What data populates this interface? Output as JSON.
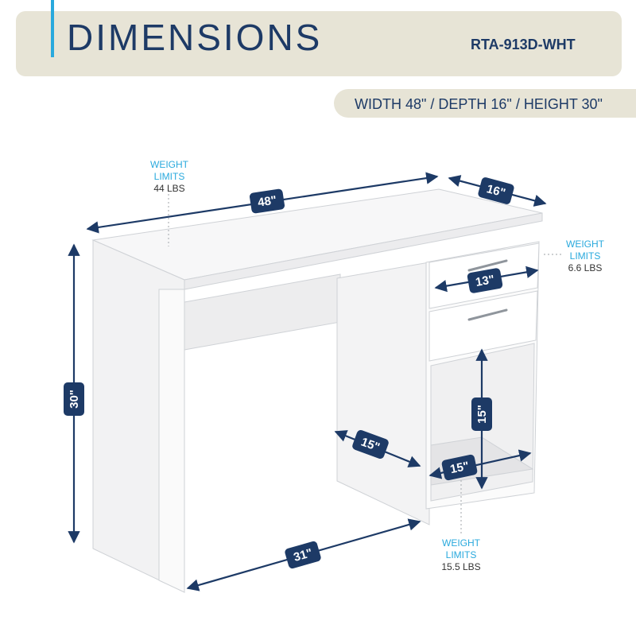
{
  "header": {
    "title": "DIMENSIONS",
    "sku": "RTA-913D-WHT",
    "specs": "WIDTH 48\" / DEPTH 16\" / HEIGHT 30\""
  },
  "dimensions": {
    "width": "48\"",
    "depth": "16\"",
    "height": "30\"",
    "leg_clearance": "31\"",
    "drawer_width": "13\"",
    "side_depth": "15\"",
    "shelf_width": "15\"",
    "shelf_height": "15\""
  },
  "weight_limits": {
    "top": {
      "label_1": "WEIGHT",
      "label_2": "LIMITS",
      "value": "44 LBS"
    },
    "drawer": {
      "label_1": "WEIGHT",
      "label_2": "LIMITS",
      "value": "6.6 LBS"
    },
    "shelf": {
      "label_1": "WEIGHT",
      "label_2": "LIMITS",
      "value": "15.5 LBS"
    }
  },
  "colors": {
    "navy": "#1d3a66",
    "accent": "#29a9dd",
    "header_bg": "#e7e4d6"
  }
}
